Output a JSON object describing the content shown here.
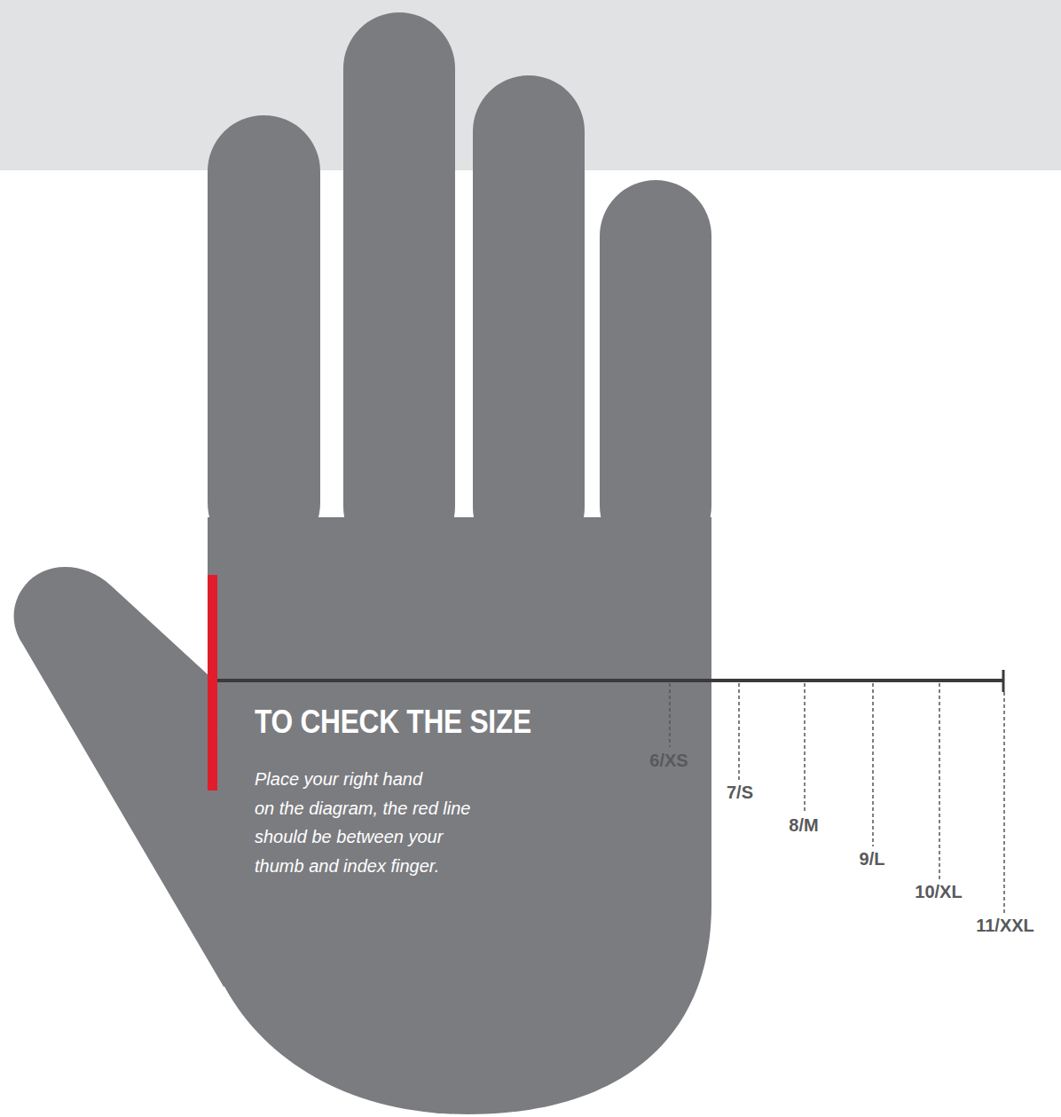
{
  "diagram": {
    "title": "TO CHECK THE SIZE",
    "labels": [
      "Place your right hand on the diagram, the red line should be between your thumb and index finger.",
      "6/XS",
      "7/S",
      "8/M",
      "9/L",
      "10/XL",
      "11/XXL"
    ]
  }
}
